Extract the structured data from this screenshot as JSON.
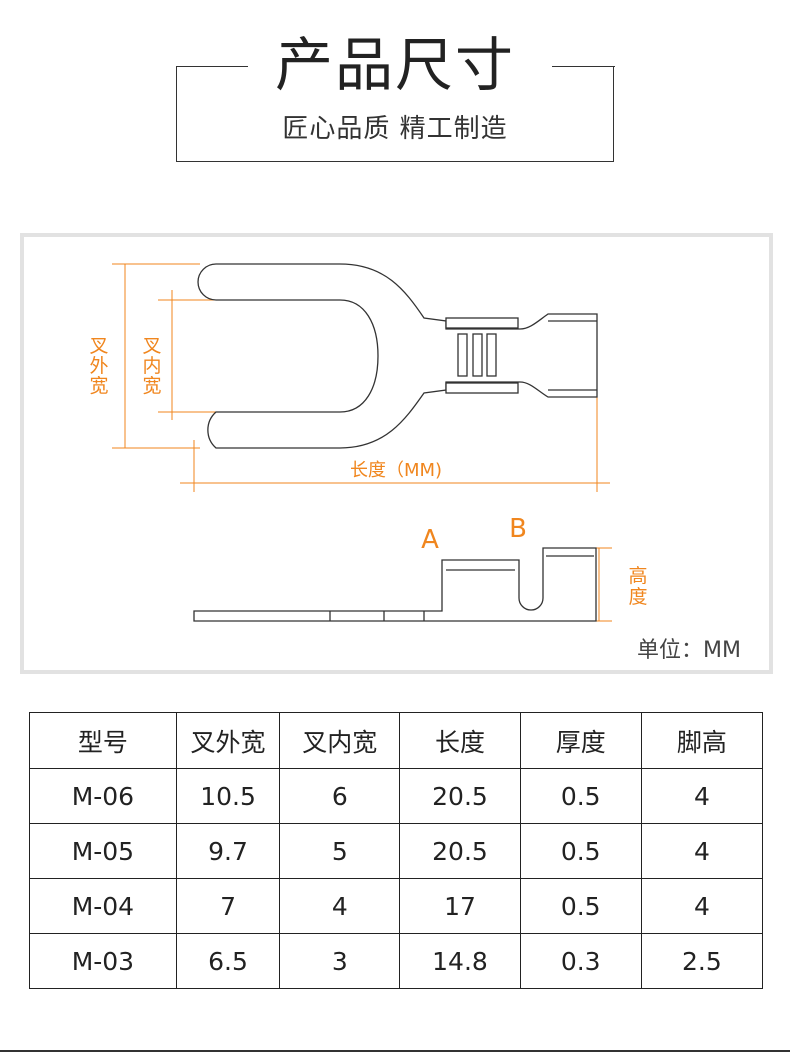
{
  "header": {
    "title": "产品尺寸",
    "subtitle": "匠心品质 精工制造"
  },
  "diagram": {
    "fork_outer_width_label": [
      "叉",
      "外",
      "宽"
    ],
    "fork_inner_width_label": [
      "叉",
      "内",
      "宽"
    ],
    "length_label": "长度（MM)",
    "point_a_label": "A",
    "point_b_label": "B",
    "height_label": [
      "高",
      "度"
    ],
    "unit_label": "单位：MM",
    "accent_color": "#f0861e"
  },
  "table": {
    "headers": [
      "型号",
      "叉外宽",
      "叉内宽",
      "长度",
      "厚度",
      "脚高"
    ],
    "rows": [
      [
        "M-06",
        "10.5",
        "6",
        "20.5",
        "0.5",
        "4"
      ],
      [
        "M-05",
        "9.7",
        "5",
        "20.5",
        "0.5",
        "4"
      ],
      [
        "M-04",
        "7",
        "4",
        "17",
        "0.5",
        "4"
      ],
      [
        "M-03",
        "6.5",
        "3",
        "14.8",
        "0.3",
        "2.5"
      ]
    ]
  }
}
